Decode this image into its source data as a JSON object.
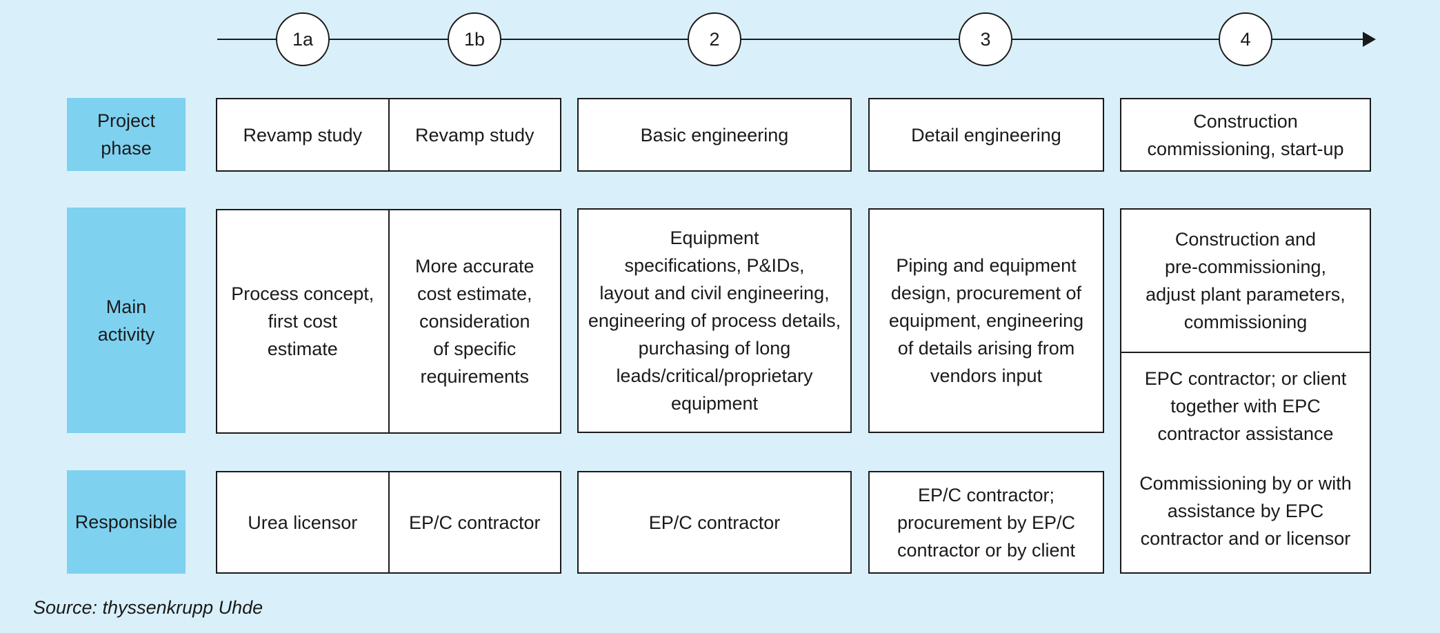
{
  "steps": [
    "1a",
    "1b",
    "2",
    "3",
    "4"
  ],
  "row_labels": {
    "phase": "Project\nphase",
    "activity": "Main\nactivity",
    "responsible": "Responsible"
  },
  "phase": {
    "s1a": "Revamp study",
    "s1b": "Revamp study",
    "s2": "Basic engineering",
    "s3": "Detail engineering",
    "s4": "Construction\ncommissioning, start-up"
  },
  "activity": {
    "s1a": "Process concept,\nfirst cost\nestimate",
    "s1b": "More accurate\ncost estimate,\nconsideration\nof specific\nrequirements",
    "s2": "Equipment\nspecifications, P&IDs,\nlayout and civil engineering,\nengineering of process details,\npurchasing of long\nleads/critical/proprietary\nequipment",
    "s3": "Piping and equipment\ndesign, procurement of\nequipment, engineering\nof details arising from\nvendors input",
    "s4": "Construction and\npre-commissioning,\nadjust plant parameters,\ncommissioning"
  },
  "responsible": {
    "s1a": "Urea licensor",
    "s1b": "EP/C contractor",
    "s2": "EP/C contractor",
    "s3": "EP/C contractor;\nprocurement by EP/C\ncontractor or by client",
    "s4_a": "EPC contractor; or client\ntogether with EPC\ncontractor assistance",
    "s4_b": "Commissioning by or with\nassistance by EPC\ncontractor and or licensor"
  },
  "source": "Source: thyssenkrupp Uhde"
}
